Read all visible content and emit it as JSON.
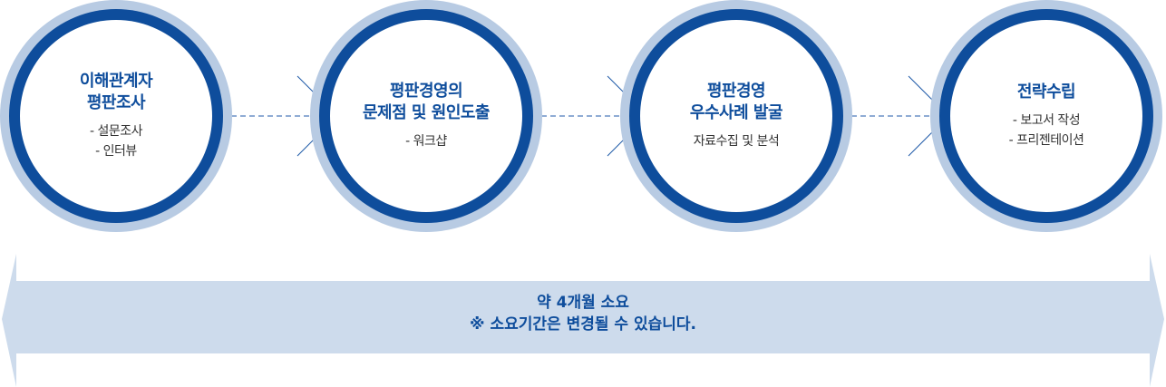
{
  "steps": [
    {
      "title": "이해관계자\n평판조사",
      "items": [
        "-  설문조사",
        "-  인터뷰"
      ]
    },
    {
      "title": "평판경영의\n문제점 및 원인도출",
      "items": [
        "-  워크샵"
      ]
    },
    {
      "title": "평판경영\n우수사례 발굴",
      "items": [
        "자료수집 및 분석"
      ]
    },
    {
      "title": "전략수립",
      "items": [
        "- 보고서 작성",
        "- 프리젠테이션"
      ]
    }
  ],
  "duration": {
    "line1": "약 4개월 소요",
    "line2": "※ 소요기간은 변경될 수 있습니다."
  },
  "colors": {
    "ring": "#0e4d9c",
    "halo": "#b8cbe3",
    "band": "#cddbec",
    "connector": "#1f5aa8"
  }
}
